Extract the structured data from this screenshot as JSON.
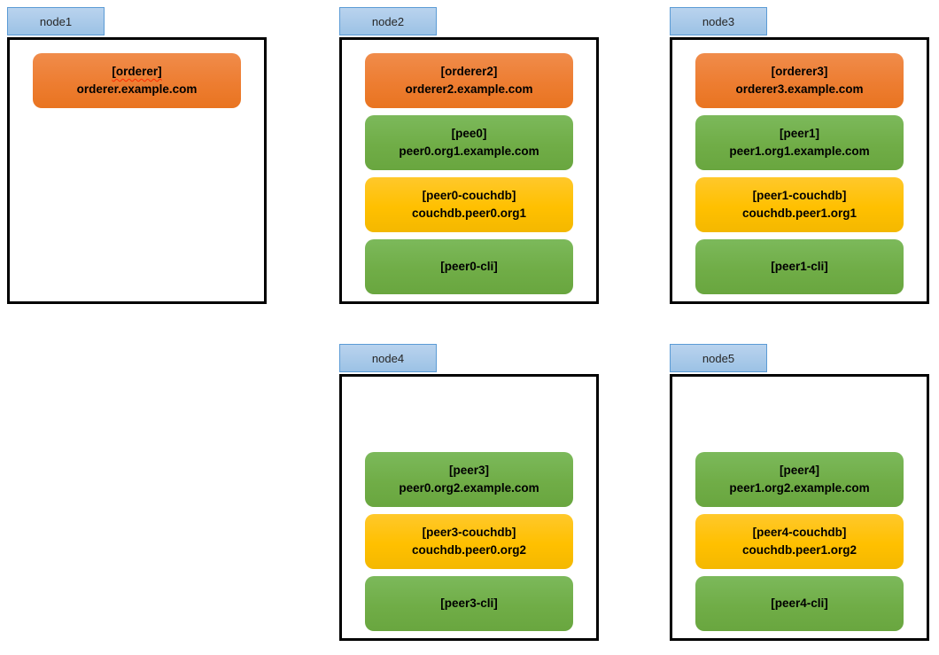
{
  "colors": {
    "service": {
      "orange": {
        "top": "#F08C4B",
        "base": "#ED7D31",
        "bottom": "#E97420"
      },
      "green": {
        "top": "#7CB95B",
        "base": "#70AD47",
        "bottom": "#69A63F"
      },
      "yellow": {
        "top": "#FFC82B",
        "base": "#FFC000",
        "bottom": "#F4B800"
      }
    },
    "tab": {
      "top": "#B9D3EE",
      "bottom": "#9CC2E5",
      "border": "#5B9BD5"
    },
    "container_border": "#000000"
  },
  "nodes": [
    {
      "label": "node1",
      "services": [
        {
          "name": "[orderer]",
          "host": "orderer.example.com",
          "color": "orange",
          "misspelled": true
        }
      ]
    },
    {
      "label": "node2",
      "services": [
        {
          "name": "[orderer2]",
          "host": "orderer2.example.com",
          "color": "orange"
        },
        {
          "name": "[pee0]",
          "host": "peer0.org1.example.com",
          "color": "green"
        },
        {
          "name": "[peer0-couchdb]",
          "host": "couchdb.peer0.org1",
          "color": "yellow"
        },
        {
          "name": "[peer0-cli]",
          "host": "",
          "color": "green"
        }
      ]
    },
    {
      "label": "node3",
      "services": [
        {
          "name": "[orderer3]",
          "host": "orderer3.example.com",
          "color": "orange"
        },
        {
          "name": "[peer1]",
          "host": "peer1.org1.example.com",
          "color": "green"
        },
        {
          "name": "[peer1-couchdb]",
          "host": "couchdb.peer1.org1",
          "color": "yellow"
        },
        {
          "name": "[peer1-cli]",
          "host": "",
          "color": "green"
        }
      ]
    },
    {
      "label": "node4",
      "empty_slots_before": 1,
      "services": [
        {
          "name": "[peer3]",
          "host": "peer0.org2.example.com",
          "color": "green"
        },
        {
          "name": "[peer3-couchdb]",
          "host": "couchdb.peer0.org2",
          "color": "yellow"
        },
        {
          "name": "[peer3-cli]",
          "host": "",
          "color": "green"
        }
      ]
    },
    {
      "label": "node5",
      "empty_slots_before": 1,
      "services": [
        {
          "name": "[peer4]",
          "host": "peer1.org2.example.com",
          "color": "green"
        },
        {
          "name": "[peer4-couchdb]",
          "host": "couchdb.peer1.org2",
          "color": "yellow"
        },
        {
          "name": "[peer4-cli]",
          "host": "",
          "color": "green"
        }
      ]
    }
  ]
}
